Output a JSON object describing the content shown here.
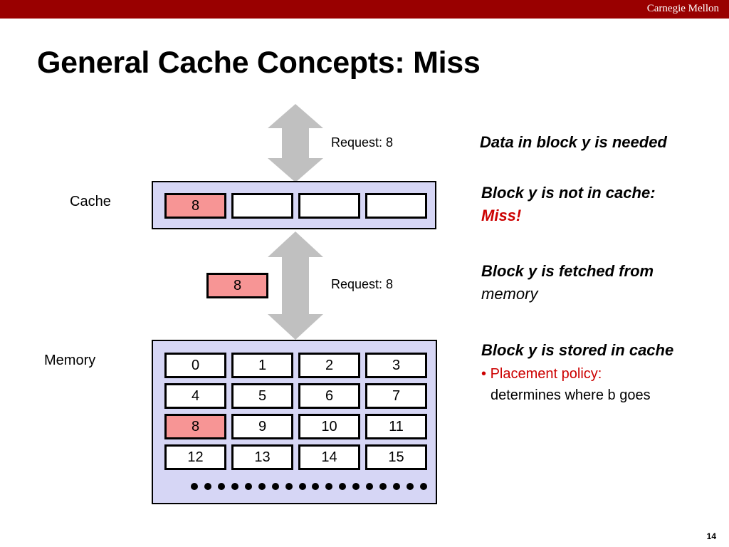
{
  "header": {
    "brand": "Carnegie Mellon"
  },
  "title": "General Cache Concepts: Miss",
  "diagram": {
    "cache_label": "Cache",
    "memory_label": "Memory",
    "request_top": "Request: 8",
    "request_middle": "Request: 8",
    "cache_blocks": [
      "8",
      "",
      "",
      ""
    ],
    "fetched_block": "8",
    "memory_rows": [
      [
        "0",
        "1",
        "2",
        "3"
      ],
      [
        "4",
        "5",
        "6",
        "7"
      ],
      [
        "8",
        "9",
        "10",
        "11"
      ],
      [
        "12",
        "13",
        "14",
        "15"
      ]
    ],
    "colors": {
      "highlight": "#f79595",
      "box_fill": "#d6d6f5",
      "arrow": "#c0c0c0",
      "accent_red": "#cc0000"
    }
  },
  "notes": {
    "n1": "Data in block y is needed",
    "n2_line1": "Block y is not in cache:",
    "n2_line2": "Miss!",
    "n3_line1": "Block y is fetched from",
    "n3_line2": "memory",
    "n4": "Block y is stored in cache",
    "bullet_head": "Placement policy:",
    "bullet_body": "determines where b goes"
  },
  "page_number": "14"
}
